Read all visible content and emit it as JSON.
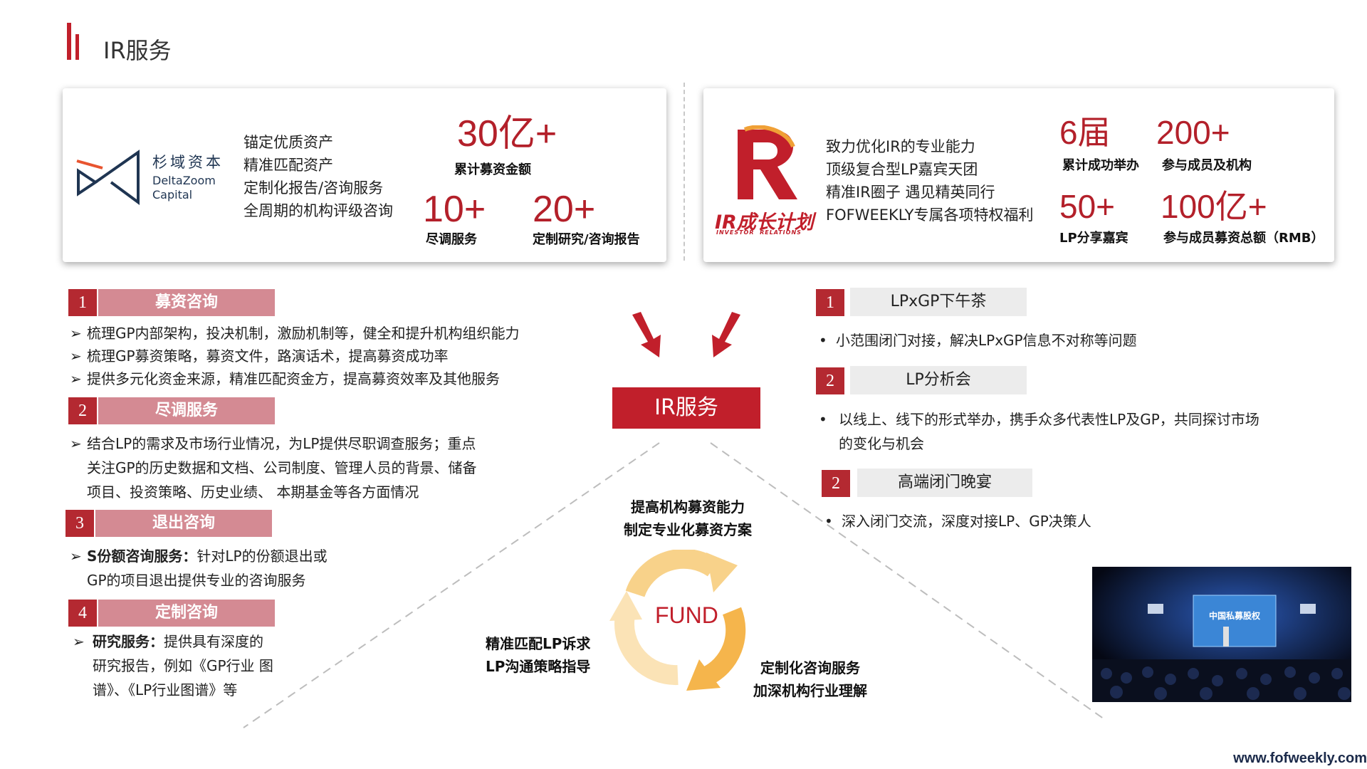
{
  "header": {
    "title": "IR服务"
  },
  "left_card": {
    "brand": {
      "cn": "杉域资本",
      "en1": "DeltaZoom",
      "en2": "Capital"
    },
    "features": [
      "锚定优质资产",
      "精准匹配资产",
      "定制化报告/咨询服务",
      "全周期的机构评级咨询"
    ],
    "stats": [
      {
        "value": "30亿+",
        "label": "累计募资金额"
      },
      {
        "value": "10+",
        "label": "尽调服务"
      },
      {
        "value": "20+",
        "label": "定制研究/咨询报告"
      }
    ]
  },
  "right_card": {
    "brand": {
      "cn": "IR成长计划",
      "en": "INVESTOR  RELATIONS"
    },
    "features": [
      "致力优化IR的专业能力",
      "顶级复合型LP嘉宾天团",
      "精准IR圈子 遇见精英同行",
      "FOFWEEKLY专属各项特权福利"
    ],
    "stats": [
      {
        "value": "6届",
        "label": "累计成功举办"
      },
      {
        "value": "200+",
        "label": "参与成员及机构"
      },
      {
        "value": "50+",
        "label": "LP分享嘉宾"
      },
      {
        "value": "100亿+",
        "label": "参与成员募资总额（RMB）"
      }
    ]
  },
  "left_sections": [
    {
      "num": "1",
      "title": "募资咨询",
      "bullets": [
        "梳理GP内部架构，投决机制，激励机制等，健全和提升机构组织能力",
        "梳理GP募资策略，募资文件，路演话术，提高募资成功率",
        "提供多元化资金来源，精准匹配资金方，提高募资效率及其他服务"
      ]
    },
    {
      "num": "2",
      "title": "尽调服务",
      "lines": [
        "结合LP的需求及市场行业情况，为LP提供尽职调查服务；重点",
        "关注GP的历史数据和文档、公司制度、管理人员的背景、储备",
        "项目、投资策略、历史业绩、 本期基金等各方面情况"
      ]
    },
    {
      "num": "3",
      "title": "退出咨询",
      "bold_lead": "S份额咨询服务：",
      "lines": [
        "针对LP的份额退出或",
        "GP的项目退出提供专业的咨询服务"
      ]
    },
    {
      "num": "4",
      "title": "定制咨询",
      "bold_lead": "研究服务：",
      "lines": [
        "提供具有深度的",
        "研究报告，例如《GP行业 图",
        "谱》、《LP行业图谱》等"
      ]
    }
  ],
  "center": {
    "box": "IR服务",
    "top_label": [
      "提高机构募资能力",
      "制定专业化募资方案"
    ],
    "fund": "FUND",
    "left_label": [
      "精准匹配LP诉求",
      "LP沟通策略指导"
    ],
    "right_label": [
      "定制化咨询服务",
      "加深机构行业理解"
    ]
  },
  "right_sections": [
    {
      "num": "1",
      "title": "LPxGP下午茶",
      "lines": [
        "小范围闭门对接，解决LPxGP信息不对称等问题"
      ]
    },
    {
      "num": "2",
      "title": "LP分析会",
      "lines": [
        "以线上、线下的形式举办，携手众多代表性LP及GP，共同探讨市场",
        "的变化与机会"
      ]
    },
    {
      "num": "2",
      "title": "高端闭门晚宴",
      "lines": [
        "深入闭门交流，深度对接LP、GP决策人"
      ]
    }
  ],
  "photo": {
    "screen_text": "中国私募股权"
  },
  "footer": {
    "url": "www.fofweekly.com"
  },
  "colors": {
    "accent": "#b3202a",
    "label_pink": "#d48a93",
    "arrow_orange": "#f6b04a"
  }
}
